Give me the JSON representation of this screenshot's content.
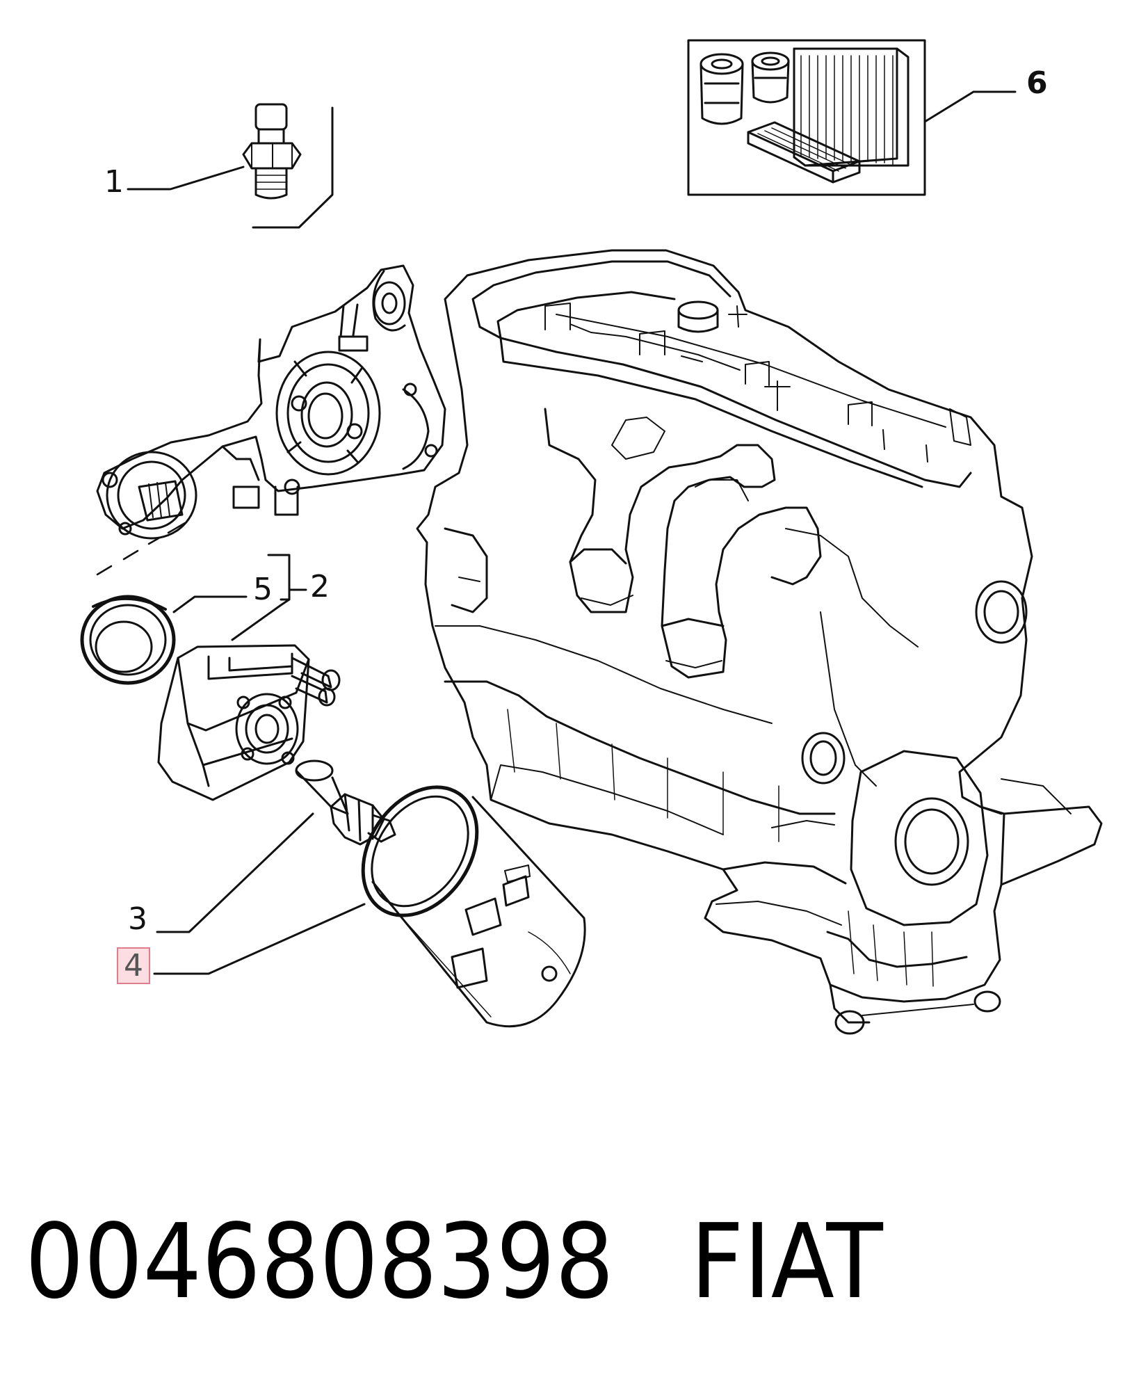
{
  "callouts": {
    "c1": "1",
    "c2": "2",
    "c3": "3",
    "c4": "4",
    "c5": "5",
    "c6": "6"
  },
  "footer": {
    "part_number": "0046808398",
    "brand": "FIAT"
  },
  "colors": {
    "line": "#111111",
    "highlight_fill": "#fbdde2",
    "highlight_border": "#e07c8c"
  }
}
